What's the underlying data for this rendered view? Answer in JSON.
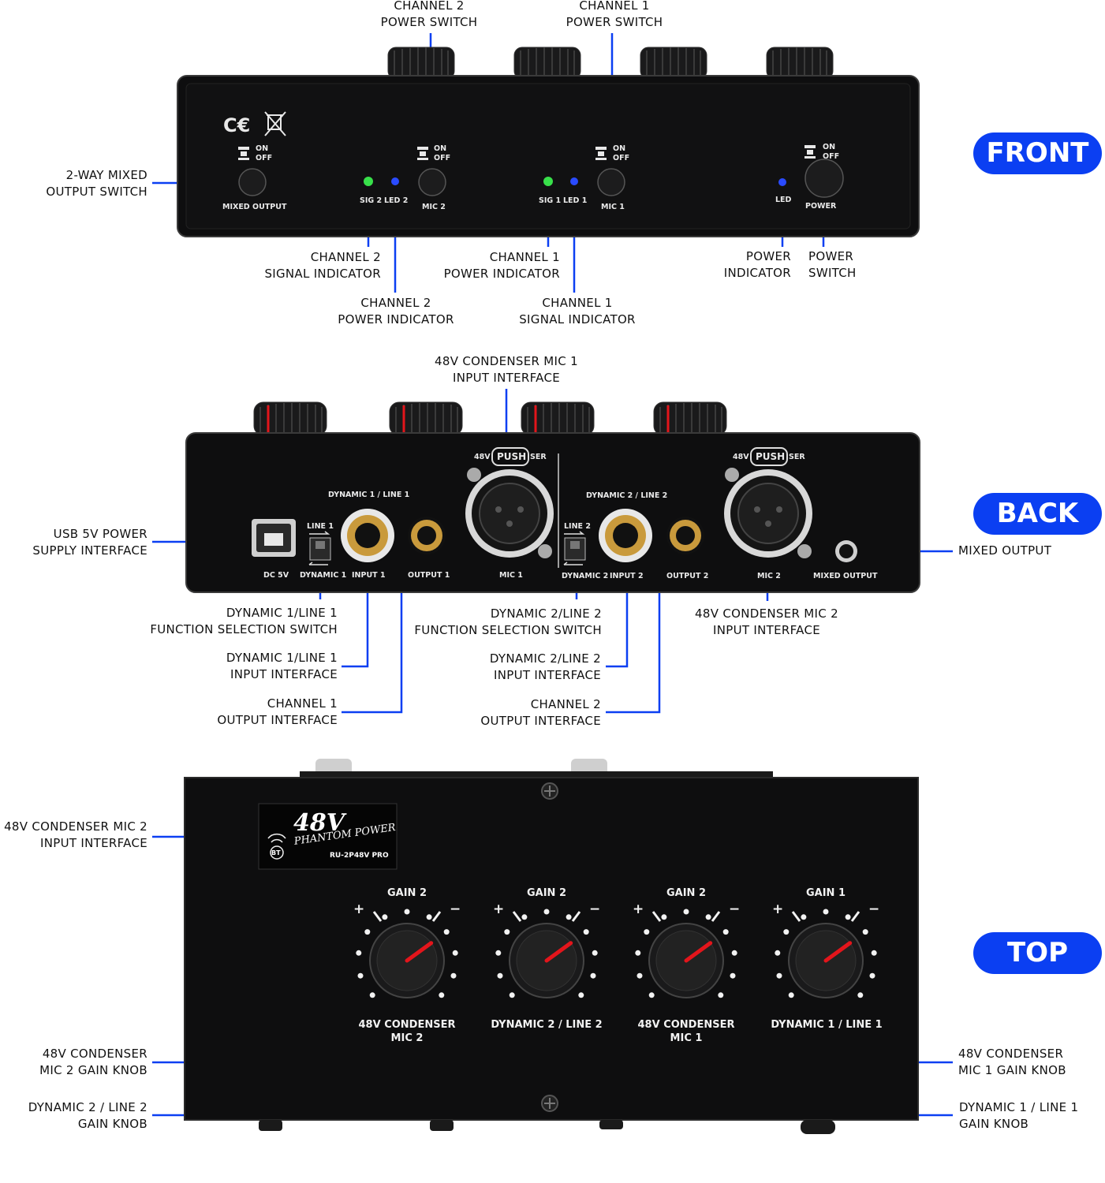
{
  "badges": {
    "front": "FRONT",
    "back": "BACK",
    "top": "TOP"
  },
  "colors": {
    "accent": "#0b3ff2",
    "leader": "#0b3ff2",
    "panel": "#0e0e0f",
    "led_green": "#38e04a",
    "led_blue": "#2a4bff",
    "knob_pointer": "#e3151b"
  },
  "front": {
    "callouts": {
      "ch2_power_switch": [
        "CHANNEL 2",
        "POWER SWITCH"
      ],
      "ch1_power_switch": [
        "CHANNEL 1",
        "POWER SWITCH"
      ],
      "mixed_output_switch": [
        "2-WAY MIXED",
        "OUTPUT SWITCH"
      ],
      "ch2_signal_indicator": [
        "CHANNEL 2",
        "SIGNAL INDICATOR"
      ],
      "ch2_power_indicator": [
        "CHANNEL 2",
        "POWER INDICATOR"
      ],
      "ch1_power_indicator": [
        "CHANNEL 1",
        "POWER INDICATOR"
      ],
      "ch1_signal_indicator": [
        "CHANNEL 1",
        "SIGNAL INDICATOR"
      ],
      "power_indicator": [
        "POWER",
        "INDICATOR"
      ],
      "power_switch": [
        "POWER",
        "SWITCH"
      ]
    },
    "panel_labels": {
      "on": "ON",
      "off": "OFF",
      "mixed_output": "MIXED OUTPUT",
      "sig2": "SIG 2",
      "led2": "LED 2",
      "mic2": "MIC 2",
      "sig1": "SIG 1",
      "led1": "LED 1",
      "mic1": "MIC 1",
      "led": "LED",
      "power": "POWER"
    }
  },
  "back": {
    "callouts": {
      "condenser_mic1_input": [
        "48V CONDENSER MIC 1",
        "INPUT INTERFACE"
      ],
      "usb_power": [
        "USB 5V POWER",
        "SUPPLY INTERFACE"
      ],
      "mixed_output": [
        "MIXED OUTPUT"
      ],
      "dyn1_switch": [
        "DYNAMIC 1/LINE 1",
        "FUNCTION SELECTION SWITCH"
      ],
      "dyn1_input": [
        "DYNAMIC 1/LINE 1",
        "INPUT INTERFACE"
      ],
      "ch1_output": [
        "CHANNEL 1",
        "OUTPUT INTERFACE"
      ],
      "dyn2_switch": [
        "DYNAMIC 2/LINE 2",
        "FUNCTION SELECTION SWITCH"
      ],
      "dyn2_input": [
        "DYNAMIC 2/LINE 2",
        "INPUT INTERFACE"
      ],
      "ch2_output": [
        "CHANNEL 2",
        "OUTPUT INTERFACE"
      ],
      "condenser_mic2_input": [
        "48V CONDENSER MIC 2",
        "INPUT INTERFACE"
      ]
    },
    "panel_labels": {
      "dyn_line_1": "DYNAMIC 1 / LINE 1",
      "dyn_line_2": "DYNAMIC 2 / LINE 2",
      "line1": "LINE 1",
      "line2": "LINE 2",
      "dc5v": "DC 5V",
      "dynamic1": "DYNAMIC 1",
      "dynamic2": "DYNAMIC 2",
      "input1": "INPUT 1",
      "input2": "INPUT 2",
      "output1": "OUTPUT 1",
      "output2": "OUTPUT 2",
      "mic1": "MIC 1",
      "mic2": "MIC 2",
      "mixed_output": "MIXED OUTPUT",
      "v48": "48V",
      "push": "PUSH",
      "ser": "SER"
    }
  },
  "top": {
    "callouts": {
      "condenser_mic2_input": [
        "48V CONDENSER MIC 2",
        "INPUT INTERFACE"
      ],
      "condenser_mic2_knob": [
        "48V CONDENSER",
        "MIC 2 GAIN KNOB"
      ],
      "dyn2_knob": [
        "DYNAMIC 2 / LINE 2",
        "GAIN KNOB"
      ],
      "condenser_mic1_knob": [
        "48V CONDENSER",
        "MIC 1 GAIN KNOB"
      ],
      "dyn1_knob": [
        "DYNAMIC 1 / LINE 1",
        "GAIN KNOB"
      ]
    },
    "logo": {
      "big": "48V",
      "script": "PHANTOM POWER",
      "model": "RU-2P48V PRO",
      "bt": "BT"
    },
    "knobs": [
      {
        "gain": "GAIN 2",
        "name": [
          "48V CONDENSER",
          "MIC 2"
        ],
        "level": 0.7
      },
      {
        "gain": "GAIN 2",
        "name": [
          "DYNAMIC 2 / LINE 2"
        ],
        "level": 0.7
      },
      {
        "gain": "GAIN 2",
        "name": [
          "48V CONDENSER",
          "MIC 1"
        ],
        "level": 0.7
      },
      {
        "gain": "GAIN 1",
        "name": [
          "DYNAMIC 1 / LINE 1"
        ],
        "level": 0.7
      }
    ],
    "plus": "+",
    "minus": "−"
  }
}
